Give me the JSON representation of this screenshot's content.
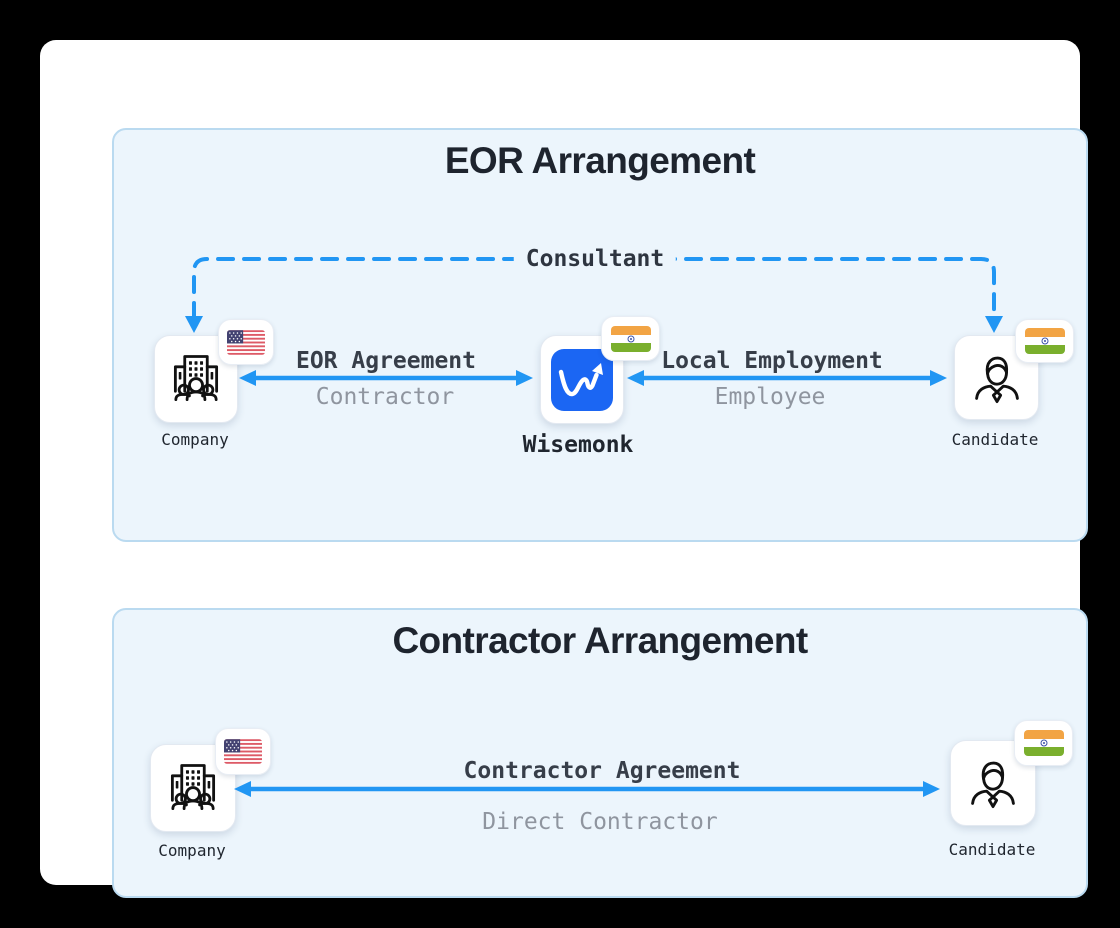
{
  "colors": {
    "accent_blue": "#2196f3",
    "wisemonk_blue": "#1b66f3",
    "panel_bg": "#ecf5fc",
    "panel_border": "#badaf0",
    "primary_text": "#1e242e",
    "secondary_text": "#8f959f"
  },
  "icons": {
    "company": "building-with-people-icon",
    "wisemonk": "wisemonk-wave-arrow-logo",
    "candidate": "business-person-icon",
    "company_flag": "us-flag-icon",
    "candidate_flag": "india-flag-icon",
    "wisemonk_flag": "india-flag-icon"
  },
  "panels": {
    "eor": {
      "title": "EOR Arrangement",
      "consultant_label": "Consultant",
      "nodes": {
        "company": {
          "label": "Company",
          "flag": "US"
        },
        "wisemonk": {
          "label": "Wisemonk",
          "flag": "India"
        },
        "candidate": {
          "label": "Candidate",
          "flag": "India"
        }
      },
      "edges": {
        "company_wisemonk": {
          "primary": "EOR Agreement",
          "secondary": "Contractor"
        },
        "wisemonk_candidate": {
          "primary": "Local Employment",
          "secondary": "Employee"
        }
      }
    },
    "contractor": {
      "title": "Contractor Arrangement",
      "nodes": {
        "company": {
          "label": "Company",
          "flag": "US"
        },
        "candidate": {
          "label": "Candidate",
          "flag": "India"
        }
      },
      "edge": {
        "primary": "Contractor Agreement",
        "secondary": "Direct Contractor"
      }
    }
  }
}
